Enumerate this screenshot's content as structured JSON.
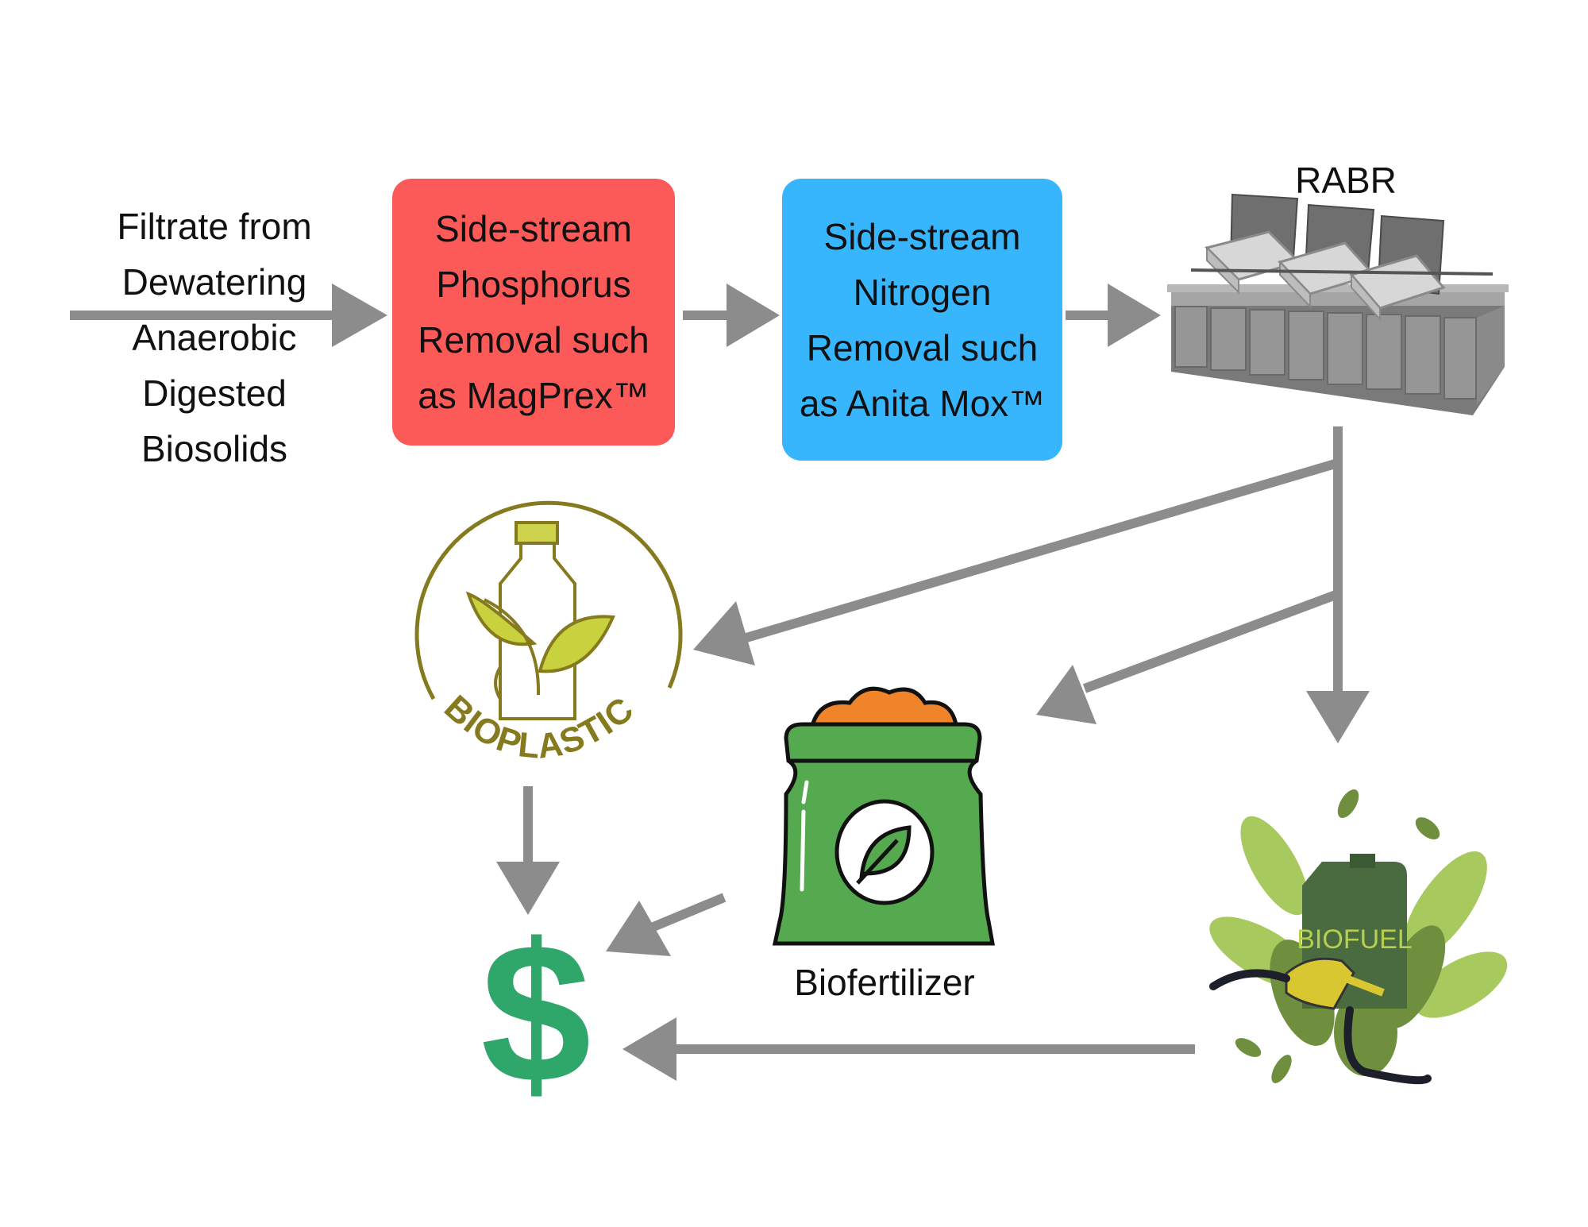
{
  "input": {
    "lines": [
      "Filtrate from",
      "Dewatering",
      "Anaerobic",
      "Digested",
      "Biosolids"
    ]
  },
  "phosphorus_box": {
    "lines": [
      "Side-stream",
      "Phosphorus",
      "Removal such",
      "as MagPrex™"
    ],
    "color": "#fc5a59"
  },
  "nitrogen_box": {
    "lines": [
      "Side-stream",
      "Nitrogen",
      "Removal  such",
      "as Anita Mox™"
    ],
    "color": "#37b6fe"
  },
  "rabr": {
    "label": "RABR"
  },
  "bioplastic": {
    "label": "BIOPLASTIC",
    "color": "#857a1e"
  },
  "biofertilizer": {
    "label": "Biofertilizer",
    "bag_color": "#55aa4f",
    "soil_color": "#f0842a"
  },
  "biofuel": {
    "label": "BIOFUEL",
    "can_color": "#4a6b3f"
  },
  "money": {
    "symbol": "$",
    "color": "#2fa66a"
  },
  "arrow_color": "#8c8c8c"
}
